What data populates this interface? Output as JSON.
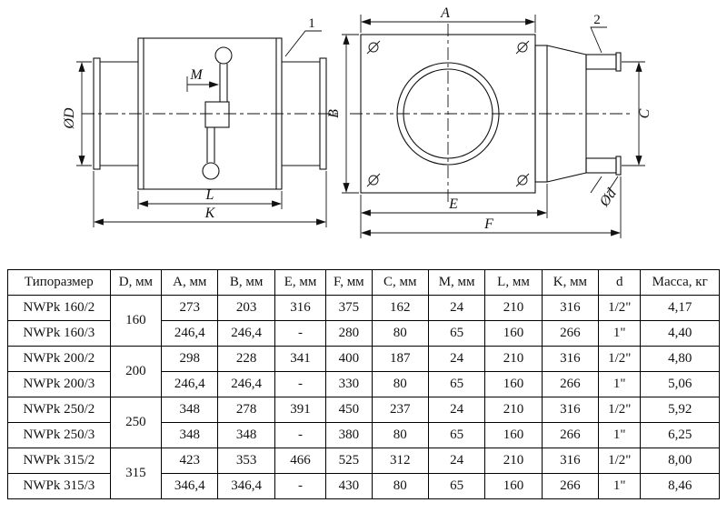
{
  "drawing": {
    "callouts": {
      "item1": "1",
      "item2": "2"
    },
    "side_view": {
      "dia_D": "ØD",
      "m": "M",
      "l": "L",
      "k": "K"
    },
    "front_view": {
      "a": "A",
      "b": "B",
      "c": "C",
      "e": "E",
      "f": "F",
      "dia_d": "Ød"
    }
  },
  "table": {
    "headers": [
      "Типоразмер",
      "D, мм",
      "A, мм",
      "B, мм",
      "E, мм",
      "F, мм",
      "C, мм",
      "M, мм",
      "L, мм",
      "K, мм",
      "d",
      "Масса, кг"
    ],
    "rows": [
      {
        "model": "NWPk 160/2",
        "size": "160",
        "values": [
          "273",
          "203",
          "316",
          "375",
          "162",
          "24",
          "210",
          "316",
          "1/2\"",
          "4,17"
        ]
      },
      {
        "model": "NWPk 160/3",
        "size": null,
        "values": [
          "246,4",
          "246,4",
          "-",
          "280",
          "80",
          "65",
          "160",
          "266",
          "1\"",
          "4,40"
        ]
      },
      {
        "model": "NWPk 200/2",
        "size": "200",
        "values": [
          "298",
          "228",
          "341",
          "400",
          "187",
          "24",
          "210",
          "316",
          "1/2\"",
          "4,80"
        ]
      },
      {
        "model": "NWPk 200/3",
        "size": null,
        "values": [
          "246,4",
          "246,4",
          "-",
          "330",
          "80",
          "65",
          "160",
          "266",
          "1\"",
          "5,06"
        ]
      },
      {
        "model": "NWPk 250/2",
        "size": "250",
        "values": [
          "348",
          "278",
          "391",
          "450",
          "237",
          "24",
          "210",
          "316",
          "1/2\"",
          "5,92"
        ]
      },
      {
        "model": "NWPk 250/3",
        "size": null,
        "values": [
          "348",
          "348",
          "-",
          "380",
          "80",
          "65",
          "160",
          "266",
          "1\"",
          "6,25"
        ]
      },
      {
        "model": "NWPk 315/2",
        "size": "315",
        "values": [
          "423",
          "353",
          "466",
          "525",
          "312",
          "24",
          "210",
          "316",
          "1/2\"",
          "8,00"
        ]
      },
      {
        "model": "NWPk 315/3",
        "size": null,
        "values": [
          "346,4",
          "346,4",
          "-",
          "430",
          "80",
          "65",
          "160",
          "266",
          "1\"",
          "8,46"
        ]
      }
    ]
  }
}
